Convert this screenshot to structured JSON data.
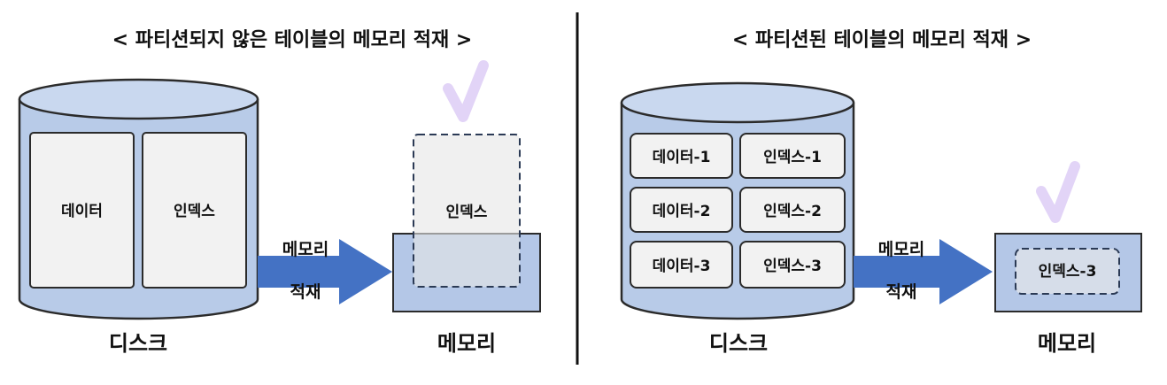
{
  "colors": {
    "cylinder_fill": "#b8cbe8",
    "cylinder_stroke": "#2b2b2b",
    "box_fill": "#f2f2f2",
    "arrow": "#4472c4",
    "memory_fill": "#b4c7e7",
    "check": "#e2d4f7",
    "divider": "#111111"
  },
  "left": {
    "title": "< 파티션되지 않은 테이블의 메모리 적재 >",
    "disk_boxes": [
      "데이터",
      "인덱스"
    ],
    "disk_label": "디스크",
    "arrow_label_line1": "메모리",
    "arrow_label_line2": "적재",
    "loaded_item": "인덱스",
    "memory_label": "메모리",
    "check_icon": "checkmark-icon"
  },
  "right": {
    "title": "< 파티션된 테이블의 메모리 적재 >",
    "disk_boxes": [
      [
        "데이터-1",
        "인덱스-1"
      ],
      [
        "데이터-2",
        "인덱스-2"
      ],
      [
        "데이터-3",
        "인덱스-3"
      ]
    ],
    "disk_label": "디스크",
    "arrow_label_line1": "메모리",
    "arrow_label_line2": "적재",
    "loaded_item": "인덱스-3",
    "memory_label": "메모리",
    "check_icon": "checkmark-icon"
  }
}
